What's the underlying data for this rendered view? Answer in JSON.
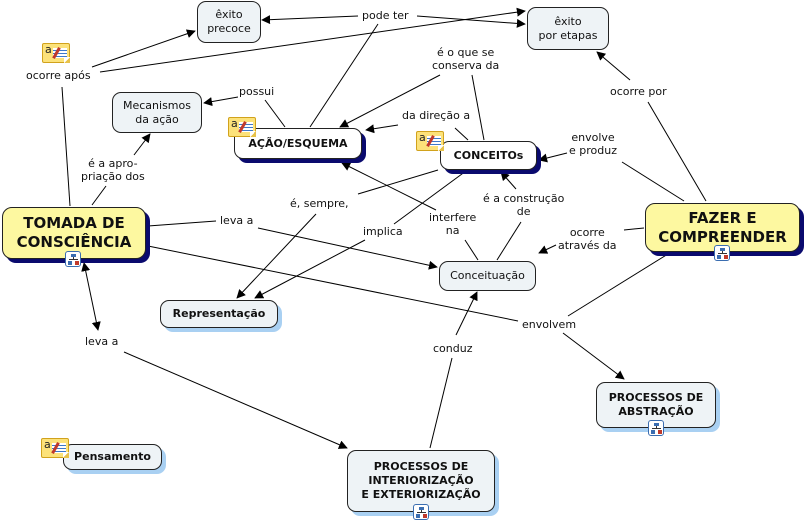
{
  "colors": {
    "node_fill": "#eef3f6",
    "main_node_fill": "#fdf8a0",
    "shadow_dark": "#0a0a6e",
    "shadow_light": "#a9d0f2",
    "line": "#000000"
  },
  "nodes": {
    "exito_precoce": "êxito\nprecoce",
    "exito_etapas": "êxito\npor etapas",
    "mecanismos": "Mecanismos\nda ação",
    "acao_esquema": "AÇÃO/ESQUEMA",
    "conceitos": "CONCEITOs",
    "tomada": "TOMADA DE\nCONSCIÊNCIA",
    "fazer": "FAZER E\nCOMPREENDER",
    "conceituacao": "Conceituação",
    "representacao": "Representação",
    "abstracao": "PROCESSOS DE\nABSTRAÇÃO",
    "pensamento": "Pensamento",
    "interiorizacao": "PROCESSOS DE\nINTERIORIZAÇÃO\nE EXTERIORIZAÇÃO"
  },
  "links": {
    "ocorre_apos": "ocorre após",
    "pode_ter": "pode ter",
    "possui": "possui",
    "e_o_que_se_conserva": "é o que se\nconserva da",
    "da_direcao_a": "da direção a",
    "ocorre_por": "ocorre por",
    "envolve_e_produz": "envolve\ne produz",
    "e_a_apropriacao": "é a apro-\npriação dos",
    "e_sempre": "é, sempre,",
    "e_a_construcao": "é a construção\nde",
    "leva_a_1": "leva a",
    "implica": "implica",
    "interfere_na": "interfere\nna",
    "ocorre_atraves": "ocorre\natravés da",
    "envolvem": "envolvem",
    "leva_a_2": "leva a",
    "conduz": "conduz"
  },
  "icons": {
    "note": "annotation-note-icon",
    "submap": "submap-hierarchy-icon"
  }
}
